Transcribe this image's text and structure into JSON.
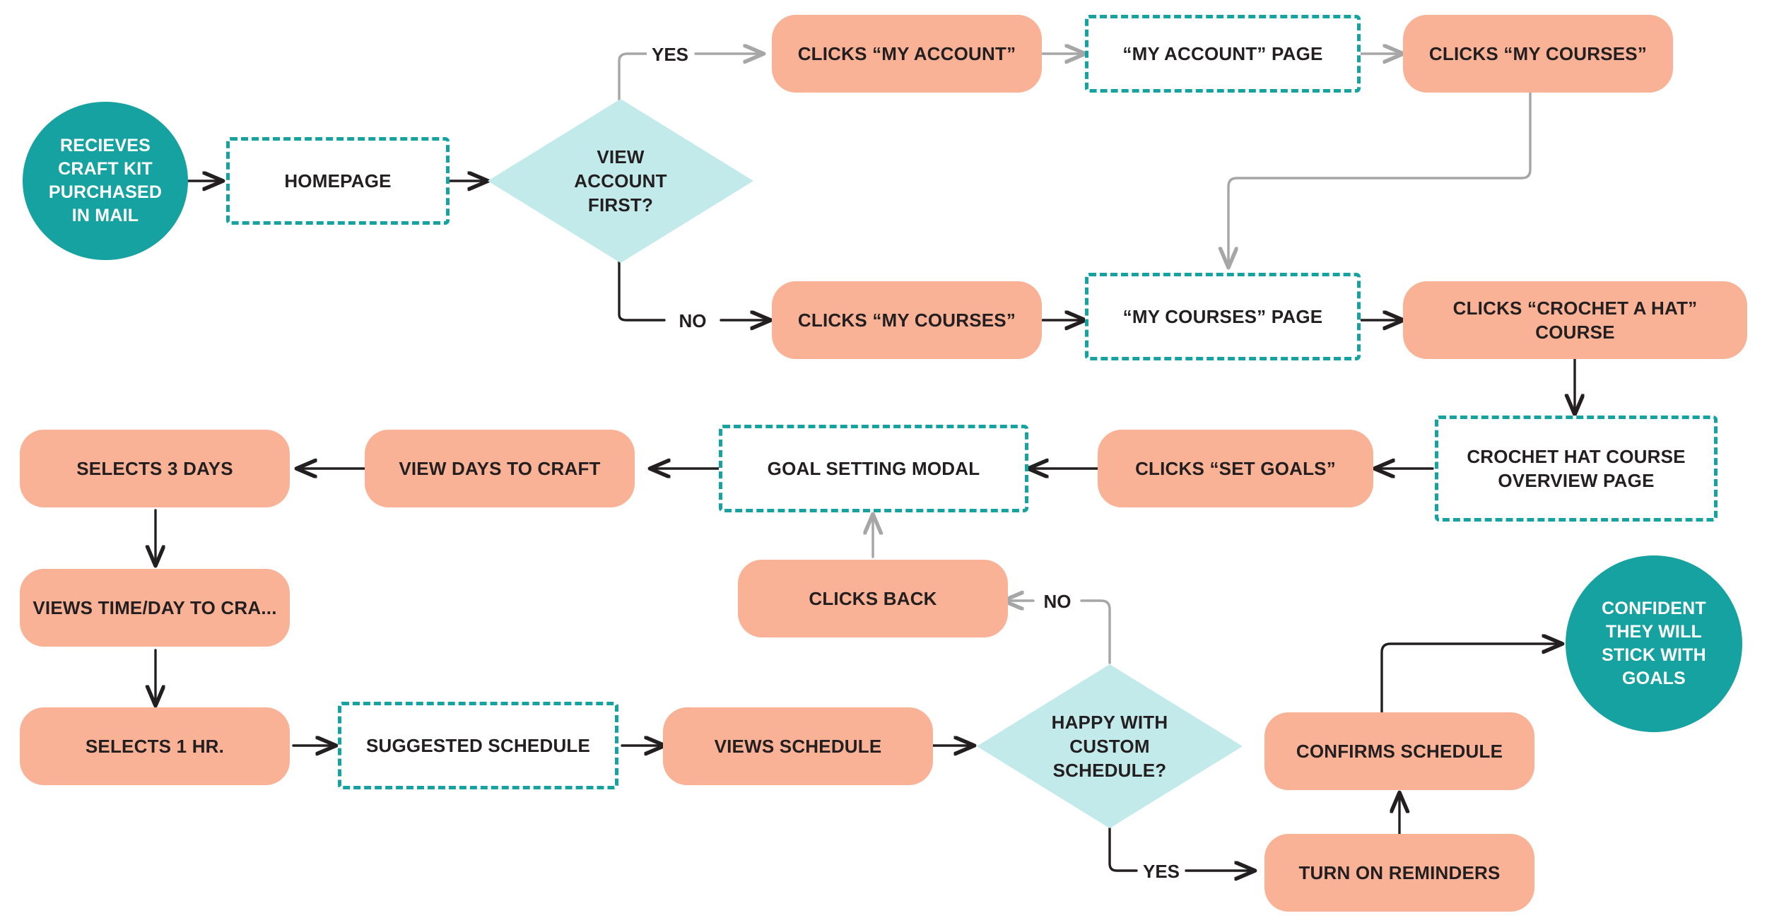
{
  "diagram": {
    "title": "Craft kit goal-setting user flow",
    "colors": {
      "process_fill": "#F9B295",
      "page_border": "#17A2A2",
      "terminal_fill": "#17A2A2",
      "decision_fill": "#C3EAEA",
      "arrow_black": "#231f20",
      "arrow_gray": "#A6A6A6",
      "background": "#FFFFFF"
    },
    "nodes": {
      "start_terminal": {
        "label": "RECIEVES\nCRAFT KIT\nPURCHASED\nIN MAIL",
        "type": "terminal"
      },
      "homepage": {
        "label": "HOMEPAGE",
        "type": "page"
      },
      "view_account_first": {
        "label": "VIEW\nACCOUNT\nFIRST?",
        "type": "decision"
      },
      "clicks_my_account": {
        "label": "CLICKS “MY ACCOUNT”",
        "type": "process"
      },
      "my_account_page": {
        "label": "“MY ACCOUNT” PAGE",
        "type": "page"
      },
      "clicks_my_courses_top": {
        "label": "CLICKS “MY COURSES”",
        "type": "process"
      },
      "clicks_my_courses_bottom": {
        "label": "CLICKS “MY COURSES”",
        "type": "process"
      },
      "my_courses_page": {
        "label": "“MY COURSES” PAGE",
        "type": "page"
      },
      "clicks_crochet_a_hat": {
        "label": "CLICKS “CROCHET A HAT” COURSE",
        "type": "process"
      },
      "crochet_overview_page": {
        "label": "CROCHET HAT COURSE\nOVERVIEW PAGE",
        "type": "page"
      },
      "clicks_set_goals": {
        "label": "CLICKS “SET GOALS”",
        "type": "process"
      },
      "goal_setting_modal": {
        "label": "GOAL SETTING MODAL",
        "type": "page"
      },
      "view_days_to_craft": {
        "label": "VIEW DAYS TO CRAFT",
        "type": "process"
      },
      "selects_3_days": {
        "label": "SELECTS 3 DAYS",
        "type": "process"
      },
      "views_time_day": {
        "label": "VIEWS TIME/DAY TO CRA...",
        "type": "process"
      },
      "selects_1_hr": {
        "label": "SELECTS 1 HR.",
        "type": "process"
      },
      "suggested_schedule": {
        "label": "SUGGESTED SCHEDULE",
        "type": "page"
      },
      "views_schedule": {
        "label": "VIEWS SCHEDULE",
        "type": "process"
      },
      "happy_with_custom_schedule": {
        "label": "HAPPY WITH\nCUSTOM\nSCHEDULE?",
        "type": "decision"
      },
      "clicks_back": {
        "label": "CLICKS BACK",
        "type": "process"
      },
      "turn_on_reminders": {
        "label": "TURN ON REMINDERS",
        "type": "process"
      },
      "confirms_schedule": {
        "label": "CONFIRMS SCHEDULE",
        "type": "process"
      },
      "end_terminal": {
        "label": "CONFIDENT\nTHEY WILL\nSTICK WITH\nGOALS",
        "type": "terminal"
      }
    },
    "edge_labels": {
      "yes_top": "YES",
      "no_top": "NO",
      "no_schedule": "NO",
      "yes_schedule": "YES"
    }
  }
}
